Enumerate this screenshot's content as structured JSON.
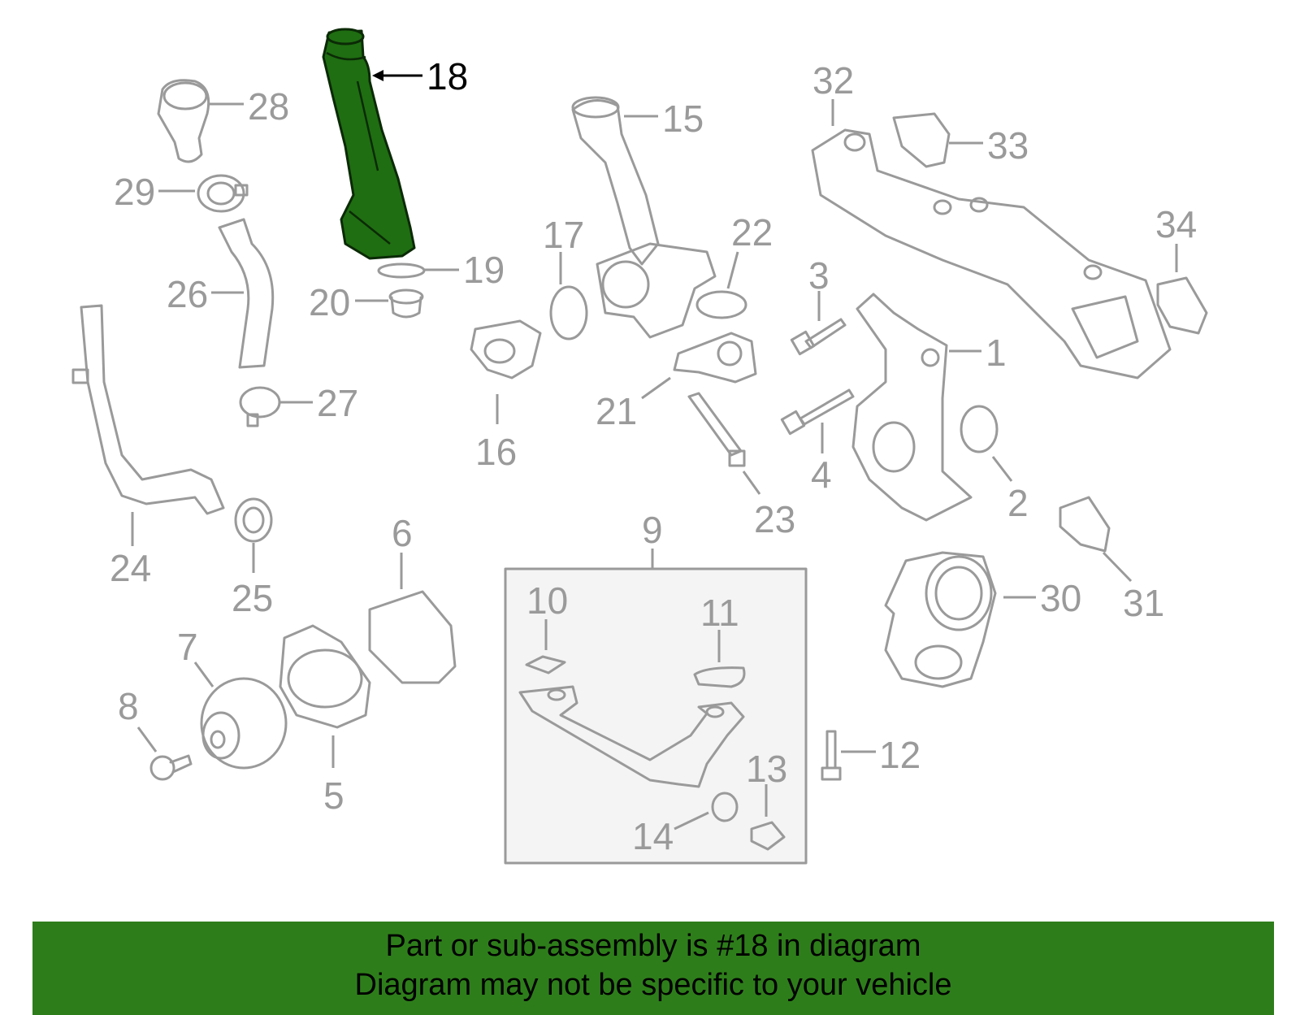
{
  "colors": {
    "highlight": "#1f6e12",
    "parts": "#9a9a9a",
    "banner": "#2e7d1b",
    "background": "#ffffff"
  },
  "callouts": {
    "c1": "1",
    "c2": "2",
    "c3": "3",
    "c4": "4",
    "c5": "5",
    "c6": "6",
    "c7": "7",
    "c8": "8",
    "c9": "9",
    "c10": "10",
    "c11": "11",
    "c12": "12",
    "c13": "13",
    "c14": "14",
    "c15": "15",
    "c16": "16",
    "c17": "17",
    "c18": "18",
    "c19": "19",
    "c20": "20",
    "c21": "21",
    "c22": "22",
    "c23": "23",
    "c24": "24",
    "c25": "25",
    "c26": "26",
    "c27": "27",
    "c28": "28",
    "c29": "29",
    "c30": "30",
    "c31": "31",
    "c32": "32",
    "c33": "33",
    "c34": "34"
  },
  "highlighted_part": "18",
  "banner": {
    "line1": "Part or sub-assembly is #18 in diagram",
    "line2": "Diagram may not be specific to your vehicle"
  }
}
